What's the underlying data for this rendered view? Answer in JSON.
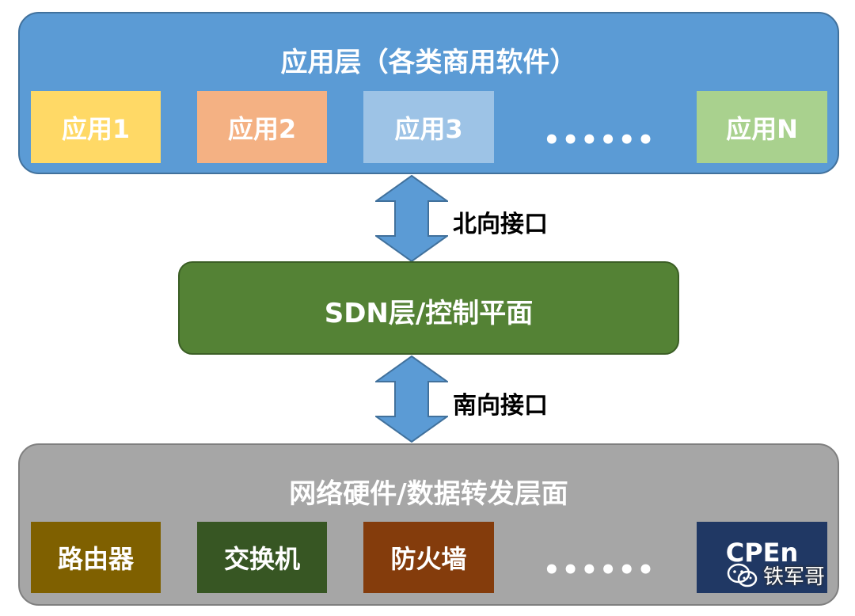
{
  "app_layer": {
    "title": "应用层（各类商用软件）",
    "color": "#5b9bd5",
    "boxes": [
      {
        "label": "应用1",
        "color": "#ffd966"
      },
      {
        "label": "应用2",
        "color": "#f4b183"
      },
      {
        "label": "应用3",
        "color": "#9dc3e6"
      },
      {
        "label": "应用N",
        "color": "#a9d18e"
      }
    ],
    "ellipsis": "••••••"
  },
  "northbound": {
    "label": "北向接口"
  },
  "sdn_layer": {
    "title": "SDN层/控制平面",
    "color": "#548235"
  },
  "southbound": {
    "label": "南向接口"
  },
  "hw_layer": {
    "title": "网络硬件/数据转发层面",
    "color": "#a6a6a6",
    "boxes": [
      {
        "label": "路由器",
        "color": "#7f6000"
      },
      {
        "label": "交换机",
        "color": "#375623"
      },
      {
        "label": "防火墙",
        "color": "#843c0c"
      },
      {
        "label": "CPEn",
        "color": "#203864"
      }
    ],
    "ellipsis": "••••••"
  },
  "arrow_color": "#5b9bd5",
  "watermark": {
    "text": "铁军哥",
    "icon": "wechat-icon"
  }
}
